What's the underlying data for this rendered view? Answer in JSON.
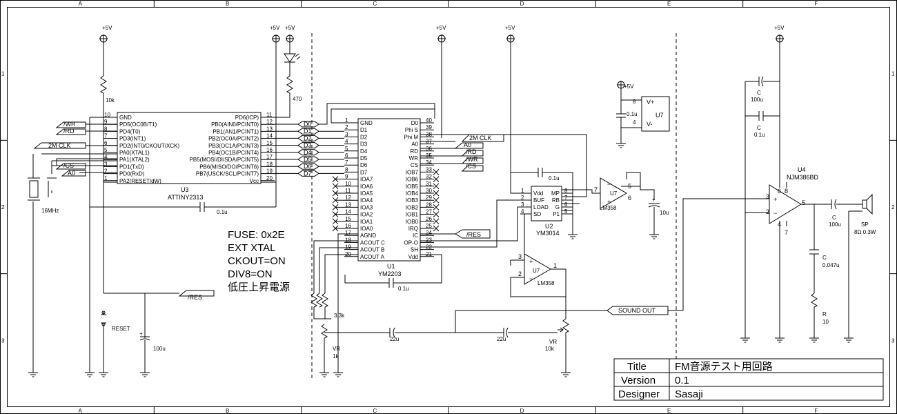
{
  "border": {
    "columns": [
      "A",
      "B",
      "C",
      "D",
      "E",
      "F"
    ],
    "rows": [
      "1",
      "2",
      "3"
    ]
  },
  "power": {
    "vcc": "+5V"
  },
  "u3": {
    "ref": "U3",
    "part": "ATTINY2313",
    "left_pins": [
      {
        "num": "10",
        "name": "GND"
      },
      {
        "num": "9",
        "name": "PD5(OC0B/T1)"
      },
      {
        "num": "8",
        "name": "PD4(T0)"
      },
      {
        "num": "7",
        "name": "PD3(INT1)"
      },
      {
        "num": "6",
        "name": "PD2(INT0/CKOUT/XCK)"
      },
      {
        "num": "5",
        "name": "PA0(XTAL1)"
      },
      {
        "num": "4",
        "name": "PA1(XTAL2)"
      },
      {
        "num": "3",
        "name": "PD1(TxD)"
      },
      {
        "num": "2",
        "name": "PD0(RxD)"
      },
      {
        "num": "1",
        "name": "PA2(RESET/dW)"
      }
    ],
    "right_pins": [
      {
        "num": "11",
        "name": "PD6(ICP)"
      },
      {
        "num": "12",
        "name": "PB0(AIN0/PCINT0)"
      },
      {
        "num": "13",
        "name": "PB1(AN1/PCINT1)"
      },
      {
        "num": "14",
        "name": "PB2(OC0A/PCINT2)"
      },
      {
        "num": "15",
        "name": "PB3(OC1A/PCINT3)"
      },
      {
        "num": "16",
        "name": "PB4(OC1B/PCINT4)"
      },
      {
        "num": "17",
        "name": "PB5(MOSI/DI/SDA/PCINT5)"
      },
      {
        "num": "18",
        "name": "PB6(MISO/DO/PCINT6)"
      },
      {
        "num": "19",
        "name": "PB7(USCK/SCL/PCINT7)"
      },
      {
        "num": "20",
        "name": "Vcc"
      }
    ]
  },
  "u1": {
    "ref": "U1",
    "part": "YM2203",
    "left_pins": [
      {
        "num": "1",
        "name": "GND"
      },
      {
        "num": "2",
        "name": "D1"
      },
      {
        "num": "3",
        "name": "D2"
      },
      {
        "num": "4",
        "name": "D3"
      },
      {
        "num": "5",
        "name": "D4"
      },
      {
        "num": "6",
        "name": "D5"
      },
      {
        "num": "7",
        "name": "D6"
      },
      {
        "num": "8",
        "name": "D7"
      },
      {
        "num": "9",
        "name": "IOA7"
      },
      {
        "num": "10",
        "name": "IOA6"
      },
      {
        "num": "11",
        "name": "IOA5"
      },
      {
        "num": "12",
        "name": "IOA4"
      },
      {
        "num": "13",
        "name": "IOA3"
      },
      {
        "num": "14",
        "name": "IOA2"
      },
      {
        "num": "15",
        "name": "IOA1"
      },
      {
        "num": "16",
        "name": "IOA0"
      },
      {
        "num": "17",
        "name": "AGND"
      },
      {
        "num": "18",
        "name": "ACOUT C"
      },
      {
        "num": "19",
        "name": "ACOUT B"
      },
      {
        "num": "20",
        "name": "ACOUT A"
      }
    ],
    "right_pins": [
      {
        "num": "40",
        "name": "D0"
      },
      {
        "num": "39",
        "name": "Phi S"
      },
      {
        "num": "38",
        "name": "Phi M"
      },
      {
        "num": "37",
        "name": "A0"
      },
      {
        "num": "36",
        "name": "RD"
      },
      {
        "num": "35",
        "name": "WR"
      },
      {
        "num": "34",
        "name": "CS"
      },
      {
        "num": "33",
        "name": "IOB7"
      },
      {
        "num": "32",
        "name": "IOB6"
      },
      {
        "num": "31",
        "name": "IOB5"
      },
      {
        "num": "30",
        "name": "IOB4"
      },
      {
        "num": "29",
        "name": "IOB3"
      },
      {
        "num": "28",
        "name": "IOB2"
      },
      {
        "num": "27",
        "name": "IOB1"
      },
      {
        "num": "26",
        "name": "IOB0"
      },
      {
        "num": "25",
        "name": "IRQ"
      },
      {
        "num": "24",
        "name": "IC"
      },
      {
        "num": "23",
        "name": "OP-O"
      },
      {
        "num": "22",
        "name": "SH"
      },
      {
        "num": "21",
        "name": "Vdd"
      }
    ]
  },
  "u2": {
    "ref": "U2",
    "part": "YM3014",
    "left_pins": [
      {
        "num": "1",
        "name": "Vdd"
      },
      {
        "num": "2",
        "name": "BUF"
      },
      {
        "num": "3",
        "name": "LOAD"
      },
      {
        "num": "4",
        "name": "SD"
      }
    ],
    "right_pins": [
      {
        "num": "8",
        "name": "MP"
      },
      {
        "num": "7",
        "name": "RB"
      },
      {
        "num": "6",
        "name": "G"
      },
      {
        "num": "5",
        "name": "P1"
      }
    ]
  },
  "bus": [
    "D0",
    "D1",
    "D2",
    "D3",
    "D4",
    "D5",
    "D6",
    "D7"
  ],
  "labels": {
    "wr": "/WR",
    "rd": "/RD",
    "clk": "2M CLK",
    "cs": "/CS",
    "a0": "A0",
    "res": "/RES",
    "sound_out": "SOUND OUT"
  },
  "components": {
    "r_10k": "10k",
    "r_470": "470",
    "crystal": "16MHz",
    "c_01_a": "0.1u",
    "c_01_b": "0.1u",
    "c_01_c": "0.1u",
    "c_01_d": "0.1u",
    "reset": "RESET",
    "c_100u": "100u",
    "r_33k": "3.3k",
    "vr1_name": "VR",
    "vr1_val": "1k",
    "vr2_name": "VR",
    "vr2_val": "10k",
    "c_22u_a": "22u",
    "c_22u_b": "22u",
    "c_10u": "10u",
    "lm358": "LM358",
    "u7": "U7",
    "u7_vplus": "V+",
    "u7_vminus": "V-",
    "u4": "U4",
    "u4_part": "NJM386BD",
    "c_100u_b": "100u",
    "c_01u_f": "0.1u",
    "c_out": "C",
    "c_out_val": "100u",
    "c_0047": "C",
    "c_0047_val": "0.047u",
    "r_10": "R",
    "r_10_val": "10",
    "sp": "SP",
    "sp_val": "8Ω 0.3W",
    "c_letter": "C"
  },
  "fuse_notes": [
    "FUSE: 0x2E",
    "EXT XTAL",
    "CKOUT=ON",
    "DIV8=ON",
    "低圧上昇電源"
  ],
  "title_block": {
    "title_label": "Title",
    "title_value": "FM音源テスト用回路",
    "version_label": "Version",
    "version_value": "0.1",
    "designer_label": "Designer",
    "designer_value": "Sasaji"
  }
}
